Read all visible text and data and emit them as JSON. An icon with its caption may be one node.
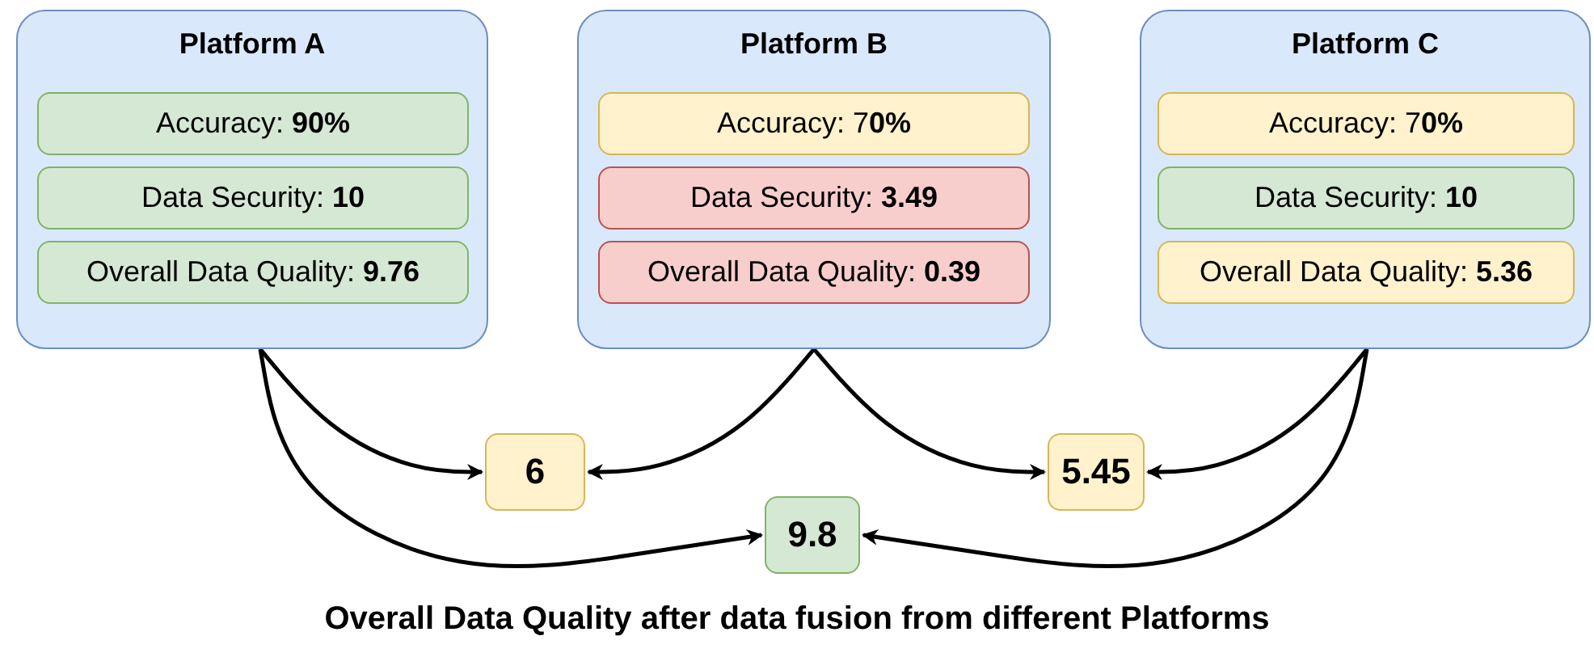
{
  "diagram": {
    "caption": "Overall Data Quality after data fusion from different Platforms",
    "nodes": [
      {
        "text": [
          "Platform A"
        ]
      },
      {
        "text": [
          "Accuracy: **90%**"
        ],
        "in": 0
      },
      {
        "text": [
          "Data Security: **10**"
        ],
        "in": 0
      },
      {
        "text": [
          "Overall Data Quality: **9.76**"
        ],
        "in": 0
      },
      {
        "text": [
          "Platform B"
        ]
      },
      {
        "text": [
          "Accuracy: 7**0%**"
        ],
        "in": 4
      },
      {
        "text": [
          "Data Security: **3.49**"
        ],
        "in": 4
      },
      {
        "text": [
          "Overall Data Quality: **0.39**"
        ],
        "in": 4
      },
      {
        "text": [
          "Platform C"
        ]
      },
      {
        "text": [
          "Accuracy: 7**0%**"
        ],
        "in": 8
      },
      {
        "text": [
          "Data Security: **10**"
        ],
        "in": 8
      },
      {
        "text": [
          "Overall Data Quality: **5.36**"
        ],
        "in": 8
      },
      {
        "text": [
          "6"
        ]
      },
      {
        "text": [
          "5.45"
        ]
      },
      {
        "text": [
          "9.8"
        ]
      }
    ],
    "edges": [
      {
        "from": 0,
        "to": 12,
        "arrow": "to"
      },
      {
        "from": 4,
        "to": 12,
        "arrow": "to"
      },
      {
        "from": 4,
        "to": 13,
        "arrow": "to"
      },
      {
        "from": 8,
        "to": 13,
        "arrow": "to"
      },
      {
        "from": 0,
        "to": 14,
        "arrow": "to"
      },
      {
        "from": 8,
        "to": 14,
        "arrow": "to"
      }
    ]
  }
}
